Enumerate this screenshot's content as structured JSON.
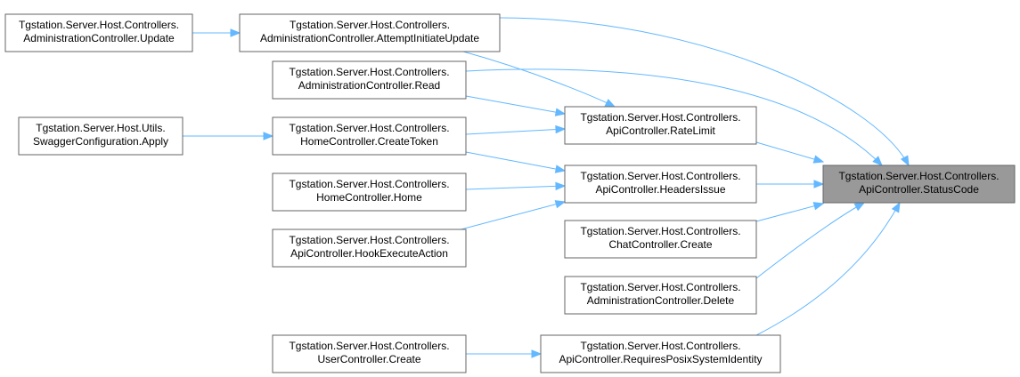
{
  "diagram": {
    "nodes": [
      {
        "id": "n0",
        "lines": [
          "Tgstation.Server.Host.Controllers.",
          "AdministrationController.Update"
        ]
      },
      {
        "id": "n1",
        "lines": [
          "Tgstation.Server.Host.Controllers.",
          "AdministrationController.AttemptInitiateUpdate"
        ]
      },
      {
        "id": "n2",
        "lines": [
          "Tgstation.Server.Host.Controllers.",
          "AdministrationController.Read"
        ]
      },
      {
        "id": "n3",
        "lines": [
          "Tgstation.Server.Host.Utils.",
          "SwaggerConfiguration.Apply"
        ]
      },
      {
        "id": "n4",
        "lines": [
          "Tgstation.Server.Host.Controllers.",
          "HomeController.CreateToken"
        ]
      },
      {
        "id": "n5",
        "lines": [
          "Tgstation.Server.Host.Controllers.",
          "HomeController.Home"
        ]
      },
      {
        "id": "n6",
        "lines": [
          "Tgstation.Server.Host.Controllers.",
          "ApiController.HookExecuteAction"
        ]
      },
      {
        "id": "n7",
        "lines": [
          "Tgstation.Server.Host.Controllers.",
          "UserController.Create"
        ]
      },
      {
        "id": "n8",
        "lines": [
          "Tgstation.Server.Host.Controllers.",
          "ApiController.RateLimit"
        ]
      },
      {
        "id": "n9",
        "lines": [
          "Tgstation.Server.Host.Controllers.",
          "ApiController.HeadersIssue"
        ]
      },
      {
        "id": "n10",
        "lines": [
          "Tgstation.Server.Host.Controllers.",
          "ChatController.Create"
        ]
      },
      {
        "id": "n11",
        "lines": [
          "Tgstation.Server.Host.Controllers.",
          "AdministrationController.Delete"
        ]
      },
      {
        "id": "n12",
        "lines": [
          "Tgstation.Server.Host.Controllers.",
          "ApiController.RequiresPosixSystemIdentity"
        ]
      },
      {
        "id": "n13",
        "lines": [
          "Tgstation.Server.Host.Controllers.",
          "ApiController.StatusCode"
        ],
        "focus": true
      }
    ],
    "edges": [
      {
        "from": "n0",
        "to": "n1"
      },
      {
        "from": "n1",
        "to": "n13"
      },
      {
        "from": "n1",
        "to": "n8"
      },
      {
        "from": "n2",
        "to": "n13"
      },
      {
        "from": "n2",
        "to": "n8"
      },
      {
        "from": "n3",
        "to": "n4"
      },
      {
        "from": "n4",
        "to": "n8"
      },
      {
        "from": "n4",
        "to": "n9"
      },
      {
        "from": "n5",
        "to": "n9"
      },
      {
        "from": "n6",
        "to": "n9"
      },
      {
        "from": "n7",
        "to": "n12"
      },
      {
        "from": "n8",
        "to": "n13"
      },
      {
        "from": "n9",
        "to": "n13"
      },
      {
        "from": "n10",
        "to": "n13"
      },
      {
        "from": "n11",
        "to": "n13"
      },
      {
        "from": "n12",
        "to": "n13"
      }
    ],
    "colors": {
      "edge": "#63b8ff",
      "focus_fill": "#999999",
      "border": "#666666"
    }
  }
}
